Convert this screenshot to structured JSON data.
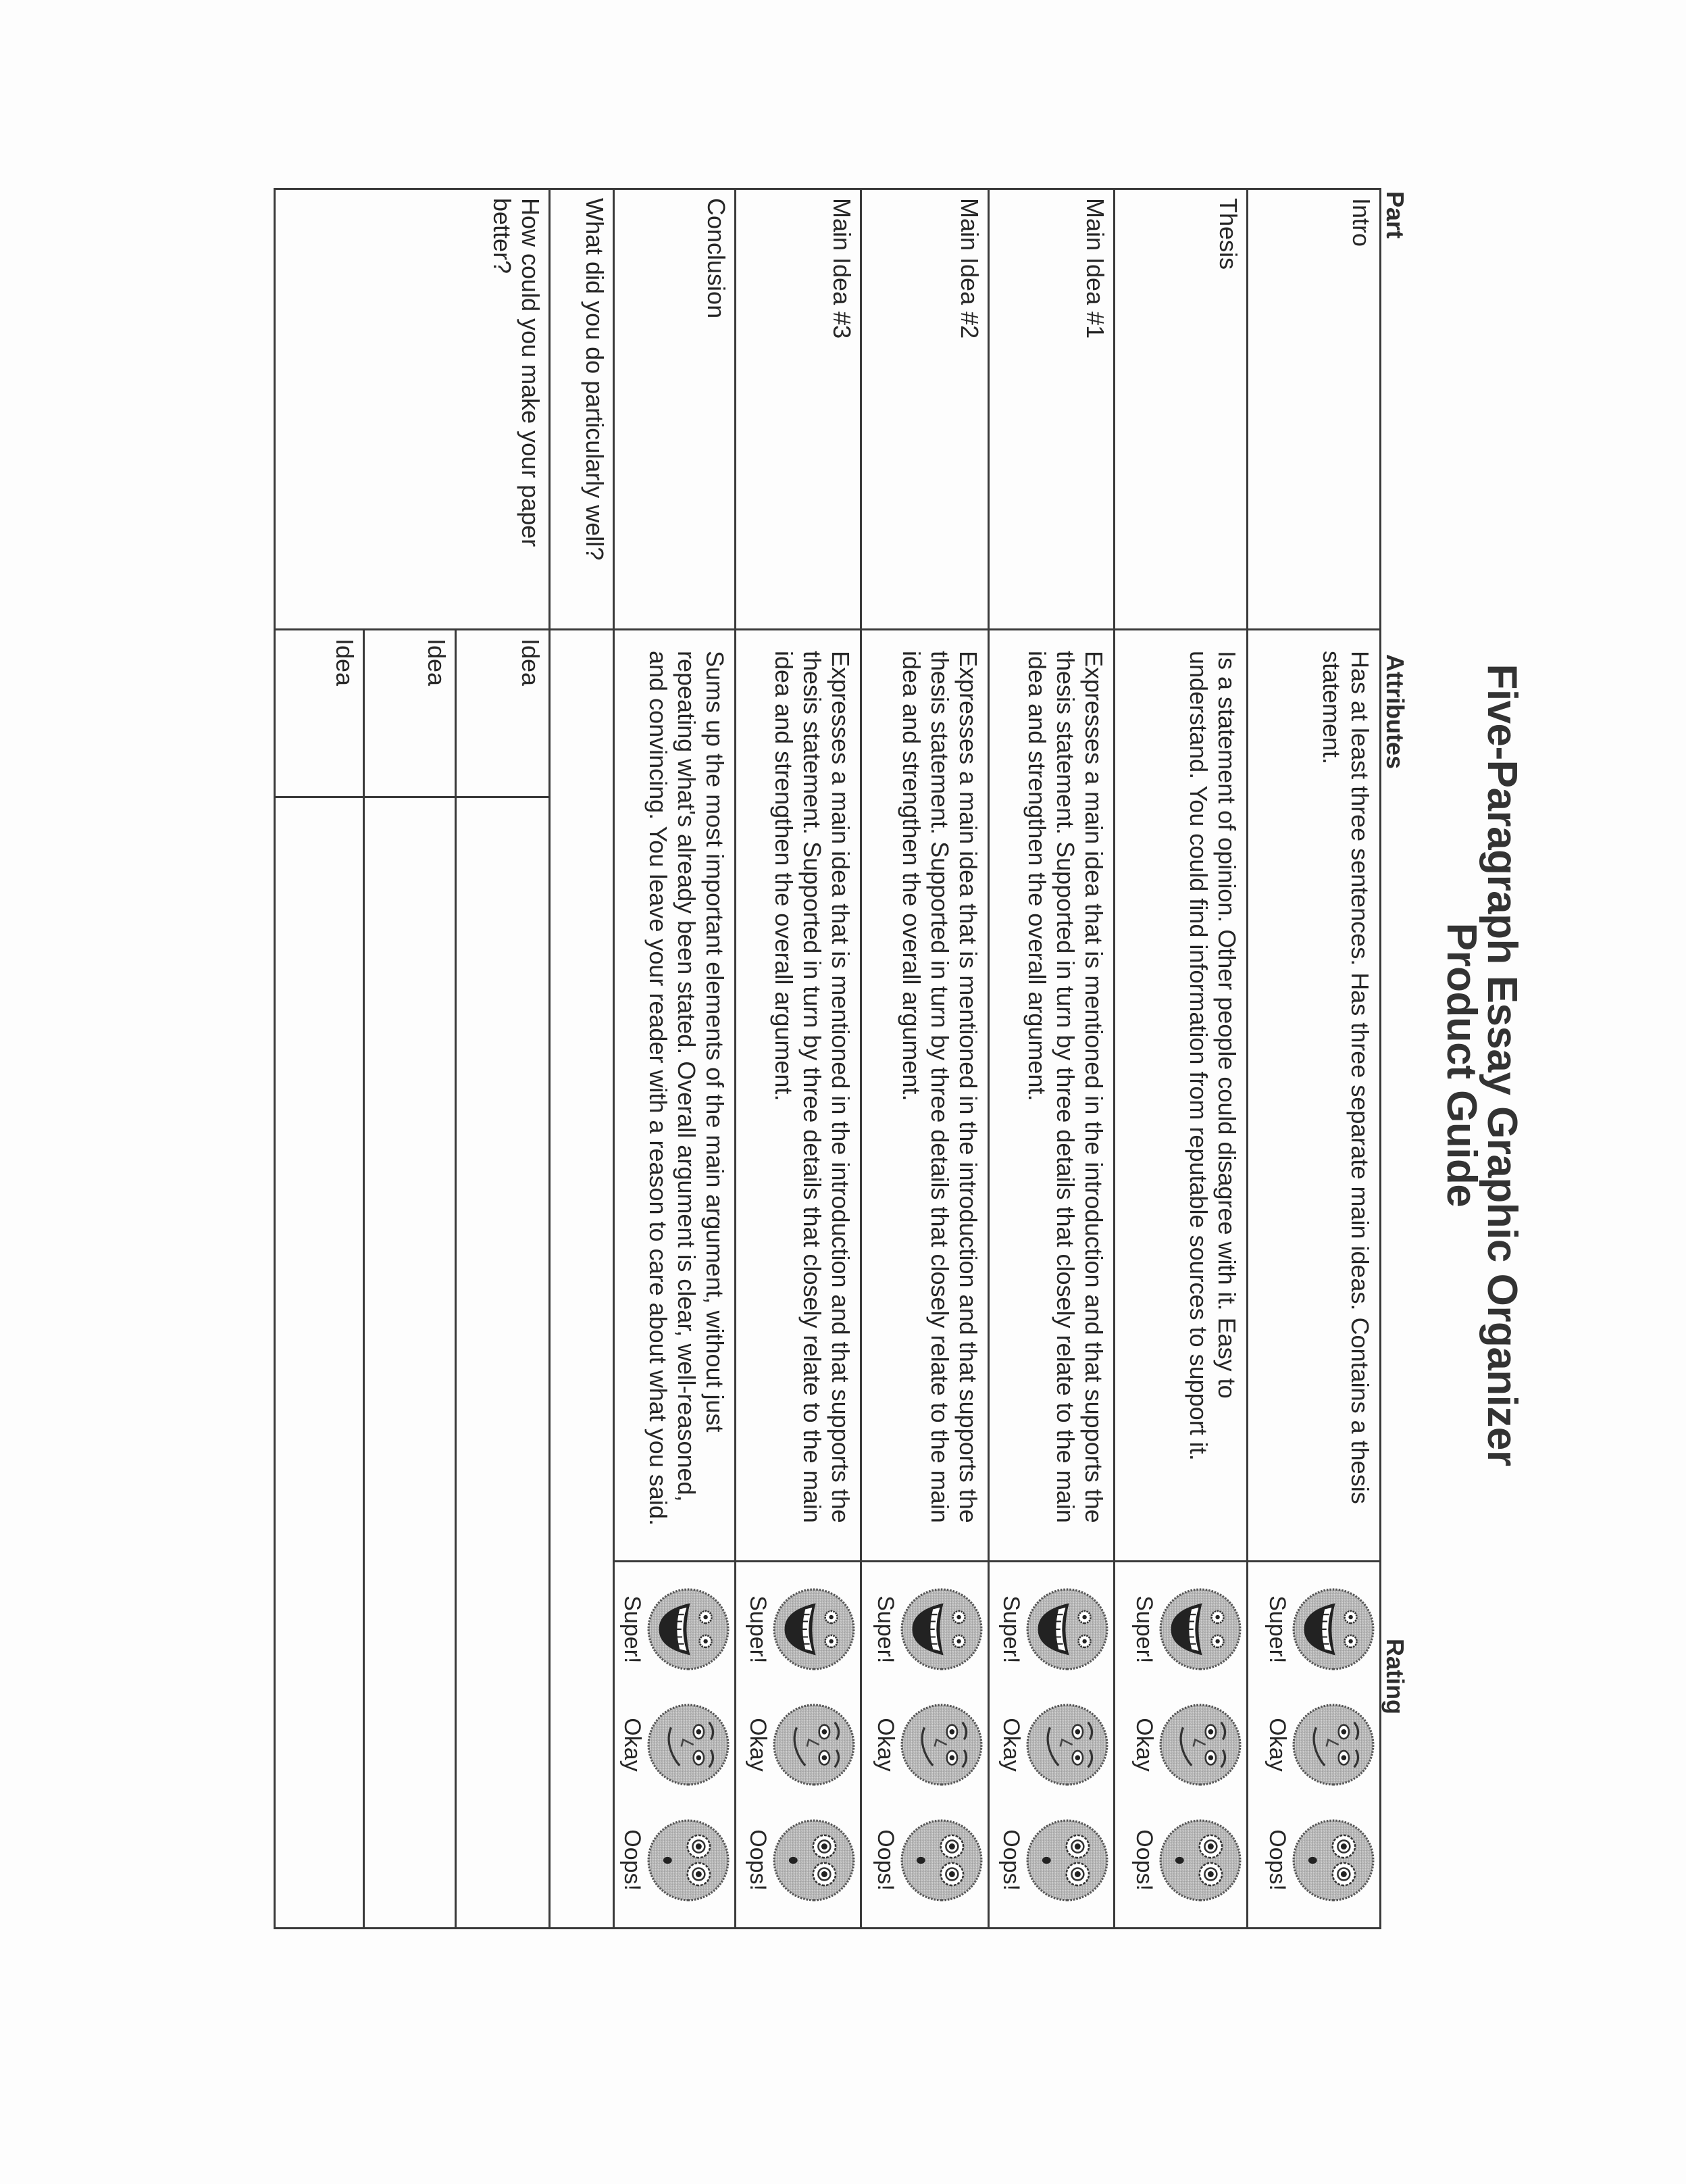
{
  "title": {
    "line1": "Five-Paragraph Essay Graphic Organizer",
    "line2": "Product Guide"
  },
  "headers": {
    "part": "Part",
    "attributes": "Attributes",
    "rating": "Rating"
  },
  "rating_labels": [
    "Super!",
    "Okay",
    "Oops!"
  ],
  "rating_icons": [
    "grinning-face-icon",
    "smirking-face-icon",
    "surprised-face-icon"
  ],
  "rows": [
    {
      "part": "Intro",
      "attributes": "Has at least three sentences. Has three separate main ideas. Contains a thesis statement."
    },
    {
      "part": "Thesis",
      "attributes": "Is a statement of opinion. Other people could disagree with it. Easy to understand. You could find information from reputable sources to support it."
    },
    {
      "part": "Main Idea #1",
      "attributes": "Expresses a main idea that is mentioned in the introduction and that supports the thesis statement. Supported in turn by three details that closely relate to the main idea and strengthen the overall argument."
    },
    {
      "part": "Main Idea #2",
      "attributes": "Expresses a main idea that is mentioned in the introduction and that supports the thesis statement. Supported in turn by three details that closely relate to the main idea and strengthen the overall argument."
    },
    {
      "part": "Main Idea #3",
      "attributes": "Expresses a main idea that is mentioned in the introduction and that supports the thesis statement. Supported in turn by three details that closely relate to the main idea and strengthen the overall argument."
    },
    {
      "part": "Conclusion",
      "attributes": "Sums up the most important elements of the main argument, without just repeating what's already been stated. Overall argument is clear, well-reasoned, and convincing. You leave your reader with a reason to care about what you said."
    }
  ],
  "reflection": {
    "did_well": "What did you do particularly well?",
    "improve": "How could you make your paper better?",
    "ideas": [
      "Idea",
      "Idea",
      "Idea"
    ]
  }
}
